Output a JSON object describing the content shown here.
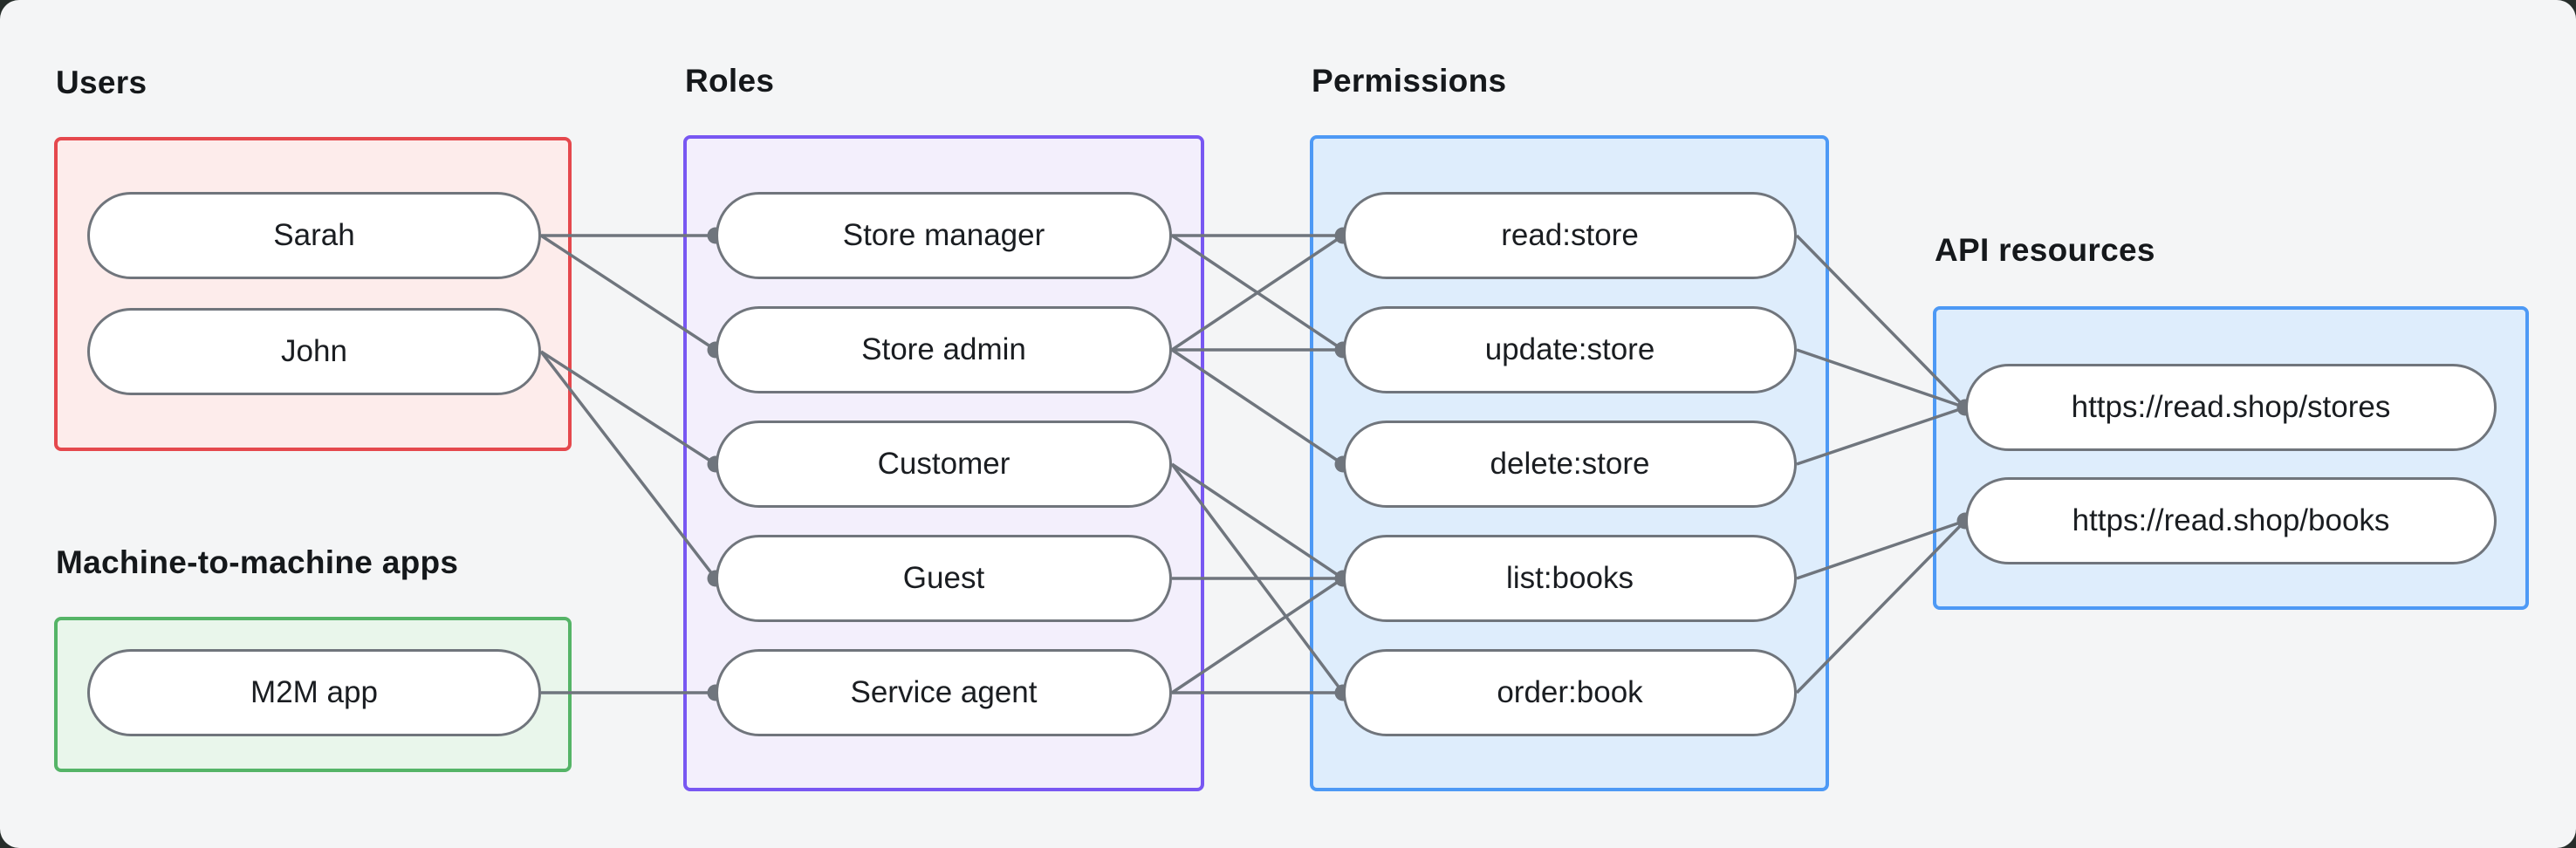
{
  "diagram": {
    "sections": {
      "users": {
        "label": "Users",
        "nodes": [
          {
            "id": "sarah",
            "label": "Sarah"
          },
          {
            "id": "john",
            "label": "John"
          }
        ]
      },
      "machine_apps": {
        "label": "Machine-to-machine apps",
        "nodes": [
          {
            "id": "m2m-app",
            "label": "M2M app"
          }
        ]
      },
      "roles": {
        "label": "Roles",
        "nodes": [
          {
            "id": "store-manager",
            "label": "Store manager"
          },
          {
            "id": "store-admin",
            "label": "Store admin"
          },
          {
            "id": "customer",
            "label": "Customer"
          },
          {
            "id": "guest",
            "label": "Guest"
          },
          {
            "id": "service-agent",
            "label": "Service agent"
          }
        ]
      },
      "permissions": {
        "label": "Permissions",
        "nodes": [
          {
            "id": "read-store",
            "label": "read:store"
          },
          {
            "id": "update-store",
            "label": "update:store"
          },
          {
            "id": "delete-store",
            "label": "delete:store"
          },
          {
            "id": "list-books",
            "label": "list:books"
          },
          {
            "id": "order-book",
            "label": "order:book"
          }
        ]
      },
      "api_resources": {
        "label": "API resources",
        "nodes": [
          {
            "id": "stores-api",
            "label": "https://read.shop/stores"
          },
          {
            "id": "books-api",
            "label": "https://read.shop/books"
          }
        ]
      }
    },
    "edges": [
      {
        "from": "sarah",
        "to": "store-manager"
      },
      {
        "from": "sarah",
        "to": "store-admin"
      },
      {
        "from": "john",
        "to": "customer"
      },
      {
        "from": "john",
        "to": "guest"
      },
      {
        "from": "m2m-app",
        "to": "service-agent"
      },
      {
        "from": "store-manager",
        "to": "read-store"
      },
      {
        "from": "store-manager",
        "to": "update-store"
      },
      {
        "from": "store-admin",
        "to": "read-store"
      },
      {
        "from": "store-admin",
        "to": "update-store"
      },
      {
        "from": "store-admin",
        "to": "delete-store"
      },
      {
        "from": "customer",
        "to": "list-books"
      },
      {
        "from": "customer",
        "to": "order-book"
      },
      {
        "from": "guest",
        "to": "list-books"
      },
      {
        "from": "service-agent",
        "to": "list-books"
      },
      {
        "from": "service-agent",
        "to": "order-book"
      }
    ],
    "edges_permissions_to_api": [
      {
        "from": "read-store",
        "to": "stores-api"
      },
      {
        "from": "update-store",
        "to": "stores-api"
      },
      {
        "from": "delete-store",
        "to": "stores-api"
      },
      {
        "from": "list-books",
        "to": "books-api"
      },
      {
        "from": "order-book",
        "to": "books-api"
      }
    ],
    "colors": {
      "canvas_background": "#f4f5f6",
      "users_border": "#e5484d",
      "users_fill": "#fdeceb",
      "machine_border": "#55b467",
      "machine_fill": "#e9f6eb",
      "roles_border": "#7857f2",
      "roles_fill": "#f3effc",
      "permissions_border": "#4d99f5",
      "permissions_fill": "#deedfc",
      "api_border": "#4d99f5",
      "api_fill": "#deedfc",
      "edge_line": "#6f757d",
      "connector_dot": "#6f757d",
      "pill_border": "#70757c",
      "pill_fill": "#ffffff",
      "text": "#1a1d21"
    }
  }
}
